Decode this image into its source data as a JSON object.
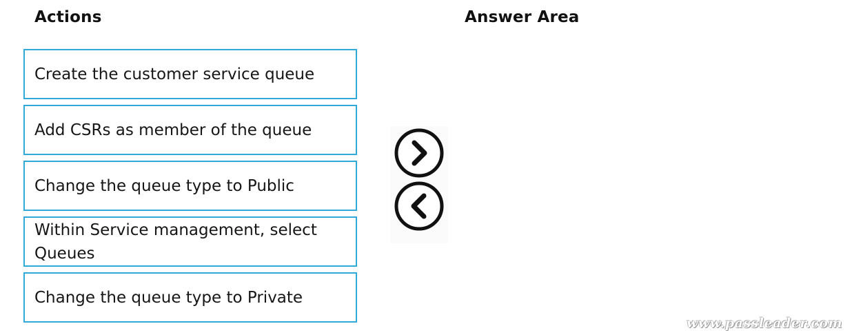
{
  "headings": {
    "actions": "Actions",
    "answer_area": "Answer Area"
  },
  "actions": [
    {
      "label": "Create the customer service queue"
    },
    {
      "label": "Add CSRs as member of the queue"
    },
    {
      "label": "Change the queue type to Public"
    },
    {
      "label": "Within Service management, select Queues"
    },
    {
      "label": "Change the queue type to Private"
    }
  ],
  "controls": {
    "move_right_icon": "chevron-right-circle",
    "move_left_icon": "chevron-left-circle"
  },
  "answer_area": {
    "items": []
  },
  "watermark": {
    "text": "www.passleader.com"
  },
  "colors": {
    "item_border": "#31a9d8",
    "text": "#161616"
  }
}
